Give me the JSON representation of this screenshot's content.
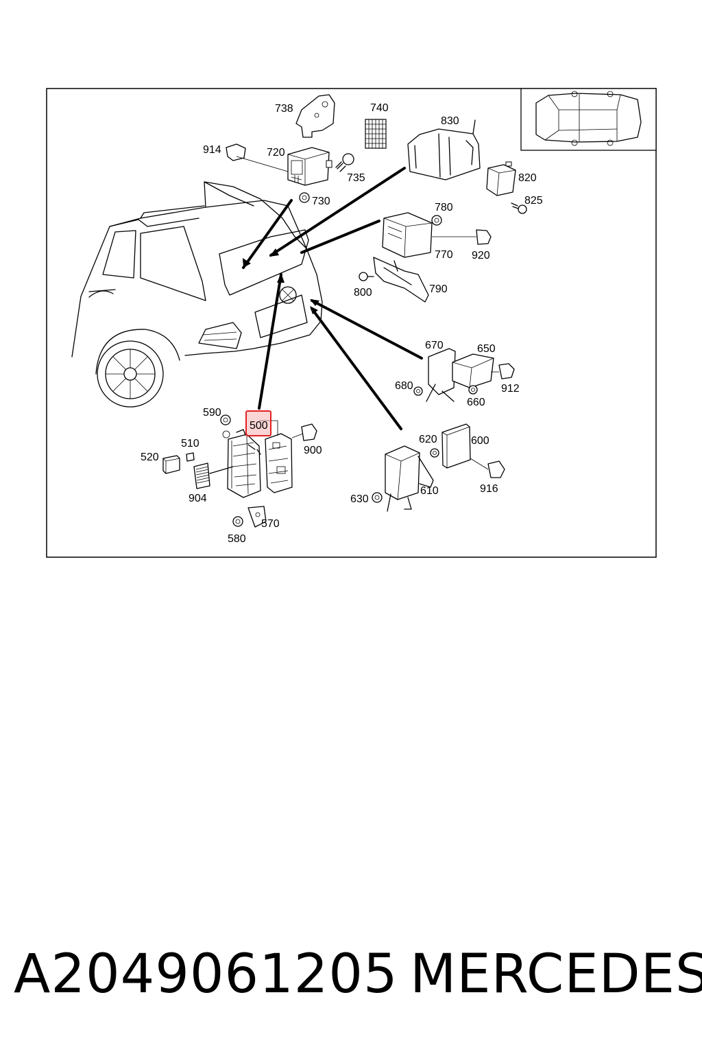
{
  "diagram": {
    "labels": {
      "p738": "738",
      "p740": "740",
      "p830": "830",
      "p914": "914",
      "p720": "720",
      "p735": "735",
      "p820": "820",
      "p825": "825",
      "p730": "730",
      "p780": "780",
      "p770": "770",
      "p920": "920",
      "p800": "800",
      "p790": "790",
      "p670": "670",
      "p650": "650",
      "p680": "680",
      "p912": "912",
      "p660": "660",
      "p590": "590",
      "p500": "500",
      "p900": "900",
      "p510": "510",
      "p520": "520",
      "p904": "904",
      "p570": "570",
      "p580": "580",
      "p620": "620",
      "p600": "600",
      "p630": "630",
      "p610": "610",
      "p916": "916"
    },
    "highlighted_part": "500",
    "highlight_color": "#e02020"
  },
  "footer": {
    "part_number": "A2049061205",
    "brand": "MERCEDES"
  }
}
